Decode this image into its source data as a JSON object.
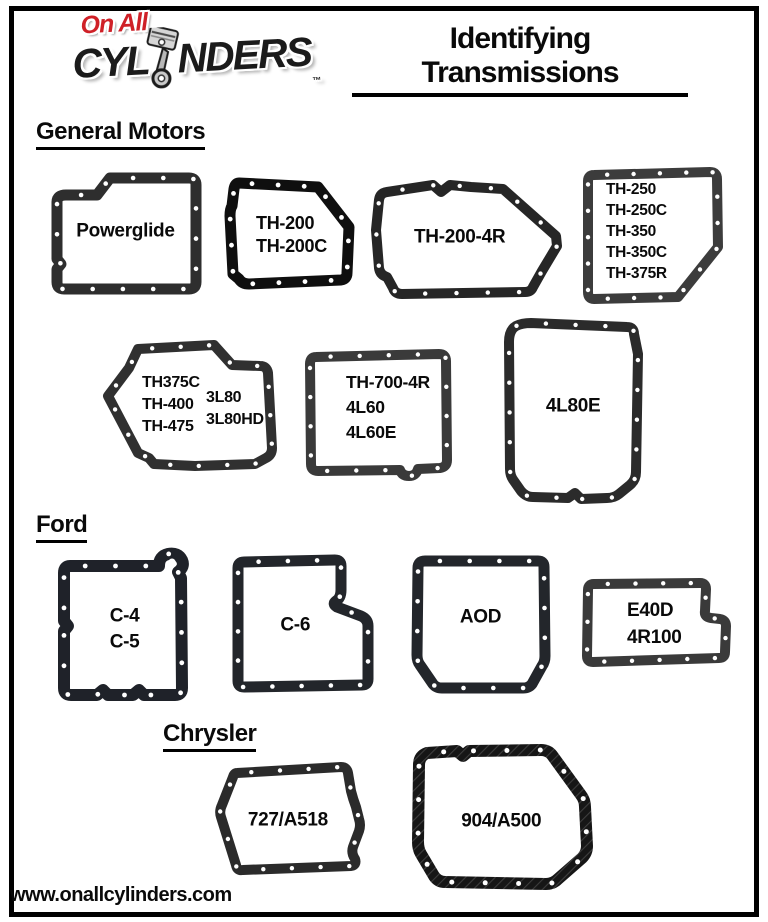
{
  "page": {
    "title": "Identifying Transmissions",
    "footer_url": "www.onallcylinders.com",
    "logo": {
      "tagline": "On All",
      "brand_left": "CYL",
      "brand_right": "NDERS",
      "tm": "™"
    }
  },
  "colors": {
    "brand_red": "#cf2027",
    "ink": "#111111",
    "gasket_black": "#2b2b2b",
    "background": "#ffffff"
  },
  "sections": {
    "gm": "General Motors",
    "ford": "Ford",
    "chrysler": "Chrysler"
  },
  "gaskets": {
    "powerglide": {
      "label": "Powerglide"
    },
    "th200": {
      "label": "TH-200\nTH-200C"
    },
    "th2004r": {
      "label": "TH-200-4R"
    },
    "th250": {
      "label": "TH-250\nTH-250C\nTH-350\nTH-350C\nTH-375R"
    },
    "th400": {
      "label": "TH375C\nTH-400\nTH-475",
      "label2": "3L80\n3L80HD"
    },
    "th7004r": {
      "label": "TH-700-4R\n4L60\n4L60E"
    },
    "l4l80e": {
      "label": "4L80E"
    },
    "c4": {
      "label": "C-4\nC-5"
    },
    "c6": {
      "label": "C-6"
    },
    "aod": {
      "label": "AOD"
    },
    "e40d": {
      "label": "E40D\n4R100"
    },
    "a727": {
      "label": "727/A518"
    },
    "a904": {
      "label": "904/A500"
    }
  }
}
